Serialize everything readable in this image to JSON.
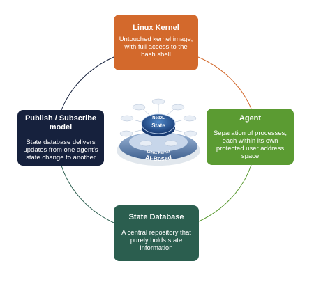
{
  "boxes": {
    "kernel": {
      "title": "Linux Kernel",
      "description": "Untouched kernel image, with full access to the bash shell",
      "color": "#d3692c"
    },
    "pubsub": {
      "title": "Publish / Subscribe model",
      "description": "State database delivers updates from one agent’s state change to another",
      "color": "#16213d"
    },
    "agent": {
      "title": "Agent",
      "description": "Separation of processes, each within its own protected user address space",
      "color": "#5b9b32"
    },
    "database": {
      "title": "State Database",
      "description": "A central repository that purely holds state information",
      "color": "#2b5e4f"
    }
  },
  "center": {
    "hub_top": "NetDL",
    "hub_main": "State",
    "ring_upper": "Linux Kernel",
    "ring_lower": "AI-Based"
  },
  "ring_colors": {
    "kernel_to_agent": "#d3692c",
    "agent_to_database": "#5b9b32",
    "database_to_pubsub": "#2b5e4f",
    "pubsub_to_kernel": "#16213d"
  }
}
